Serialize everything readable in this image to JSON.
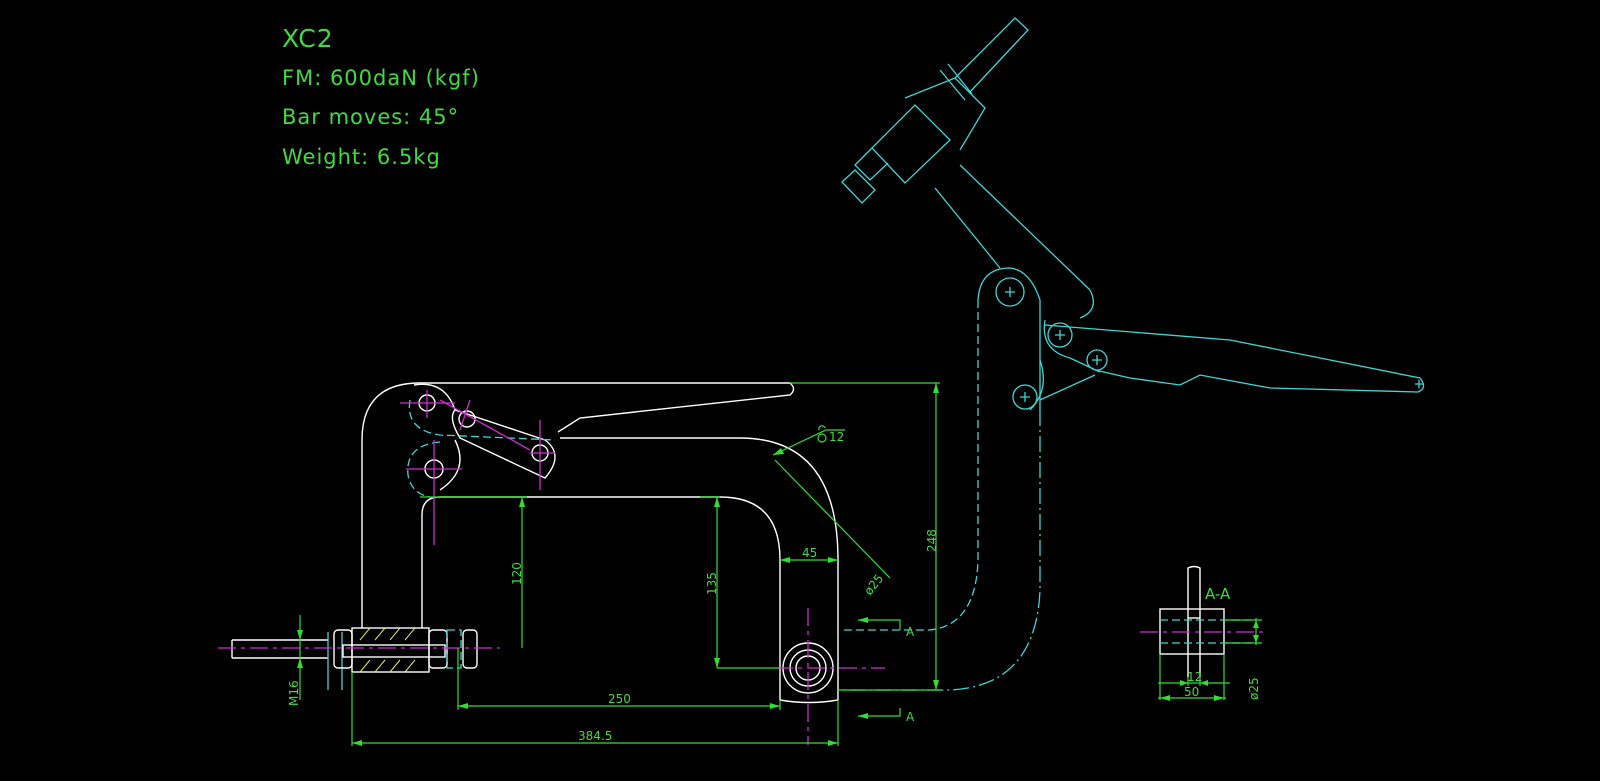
{
  "title_block": {
    "model": "XC2",
    "force": "FM: 600daN (kgf)",
    "bar_moves": "Bar moves: 45°",
    "weight": "Weight: 6.5kg"
  },
  "dimensions": {
    "radius_symbol_value": "12",
    "inner_height_left": "120",
    "inner_height_right": "135",
    "arm_width": "45",
    "overall_height": "248",
    "pin_diameter": "ø25",
    "inner_span": "250",
    "overall_span": "384.5",
    "thread": "M16"
  },
  "section": {
    "marker_top": "A",
    "marker_bottom": "A",
    "title": "A-A",
    "thickness": "12",
    "width": "50",
    "diameter": "ø25"
  },
  "colors": {
    "background": "#000000",
    "outline": "#ffffff",
    "hidden_lines": "#3ed6d6",
    "center_lines": "#d02cd0",
    "dimensions": "#2fe02f"
  }
}
